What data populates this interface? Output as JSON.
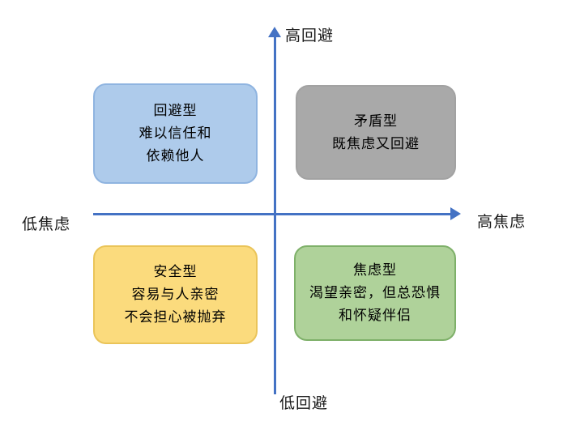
{
  "diagram": {
    "type": "quadrant-diagram",
    "subject": "attachment-styles",
    "background": "#ffffff",
    "axis": {
      "color": "#4472C4",
      "top_label": "高回避",
      "bottom_label": "低回避",
      "left_label": "低焦虑",
      "right_label": "高焦虑"
    },
    "quadrants": {
      "avoidant": {
        "position": "top-left",
        "title": "回避型",
        "line1": "难以信任和",
        "line2": "依赖他人",
        "fill": "#AECBEB",
        "border": "#8FB4E0"
      },
      "ambivalent": {
        "position": "top-right",
        "title": "矛盾型",
        "line1": "既焦虑又回避",
        "fill": "#A9A9A9",
        "border": "#A2A2A2"
      },
      "secure": {
        "position": "bottom-left",
        "title": "安全型",
        "line1": "容易与人亲密",
        "line2": "不会担心被抛弃",
        "fill": "#FBDB7D",
        "border": "#EAC459"
      },
      "anxious": {
        "position": "bottom-right",
        "title": "焦虑型",
        "line1": "渴望亲密，但总恐惧",
        "line2": "和怀疑伴侣",
        "fill": "#AFD29A",
        "border": "#7EB069"
      }
    }
  }
}
